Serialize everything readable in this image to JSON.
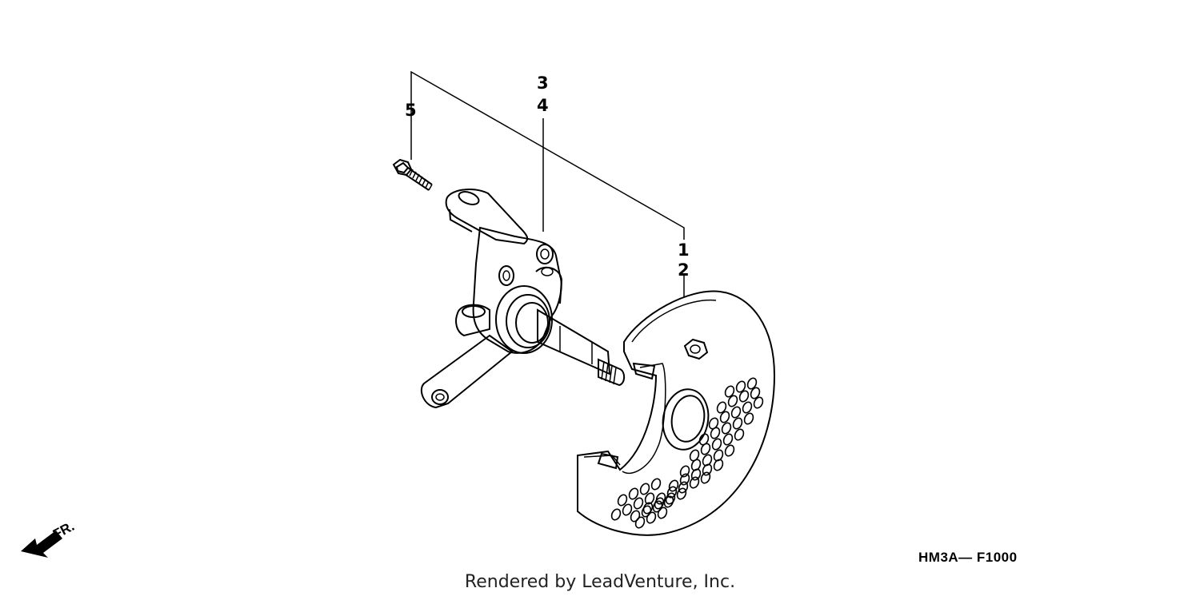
{
  "callouts": [
    "1",
    "2",
    "3",
    "4",
    "5"
  ],
  "fr_label": "FR.",
  "diagram_code": "HM3A— F1000",
  "credit": "Rendered by LeadVenture, Inc."
}
